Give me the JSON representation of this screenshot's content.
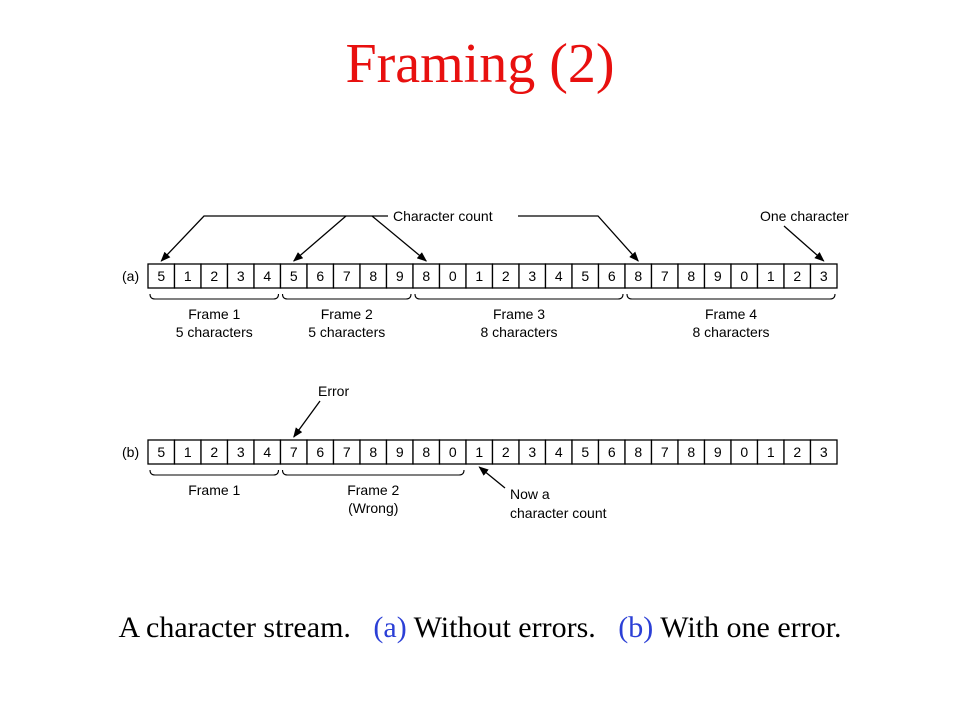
{
  "title": "Framing (2)",
  "diagram": {
    "row_a": {
      "label": "(a)",
      "values": [
        "5",
        "1",
        "2",
        "3",
        "4",
        "5",
        "6",
        "7",
        "8",
        "9",
        "8",
        "0",
        "1",
        "2",
        "3",
        "4",
        "5",
        "6",
        "8",
        "7",
        "8",
        "9",
        "0",
        "1",
        "2",
        "3"
      ],
      "frames": [
        {
          "start": 0,
          "end": 4,
          "line1": "Frame 1",
          "line2": "5 characters"
        },
        {
          "start": 5,
          "end": 9,
          "line1": "Frame 2",
          "line2": "5 characters"
        },
        {
          "start": 10,
          "end": 17,
          "line1": "Frame 3",
          "line2": "8 characters"
        },
        {
          "start": 18,
          "end": 25,
          "line1": "Frame 4",
          "line2": "8 characters"
        }
      ],
      "count_label": "Character count",
      "count_cells": [
        0,
        5,
        10,
        18
      ],
      "one_char_label": "One character",
      "one_char_cell": 25
    },
    "row_b": {
      "label": "(b)",
      "values": [
        "5",
        "1",
        "2",
        "3",
        "4",
        "7",
        "6",
        "7",
        "8",
        "9",
        "8",
        "0",
        "1",
        "2",
        "3",
        "4",
        "5",
        "6",
        "8",
        "7",
        "8",
        "9",
        "0",
        "1",
        "2",
        "3"
      ],
      "frames": [
        {
          "start": 0,
          "end": 4,
          "line1": "Frame 1",
          "line2": ""
        },
        {
          "start": 5,
          "end": 11,
          "line1": "Frame 2",
          "line2": "(Wrong)"
        }
      ],
      "error_label": "Error",
      "error_cell": 5,
      "now_count_line1": "Now a",
      "now_count_line2": "character count",
      "now_count_cell": 12
    }
  },
  "caption": {
    "part1": "A character stream.",
    "tag_a": "(a)",
    "part2": "Without errors.",
    "tag_b": "(b)",
    "part3": "With one error."
  },
  "colors": {
    "title": "#e8100f",
    "tag": "#2b3fd6"
  }
}
